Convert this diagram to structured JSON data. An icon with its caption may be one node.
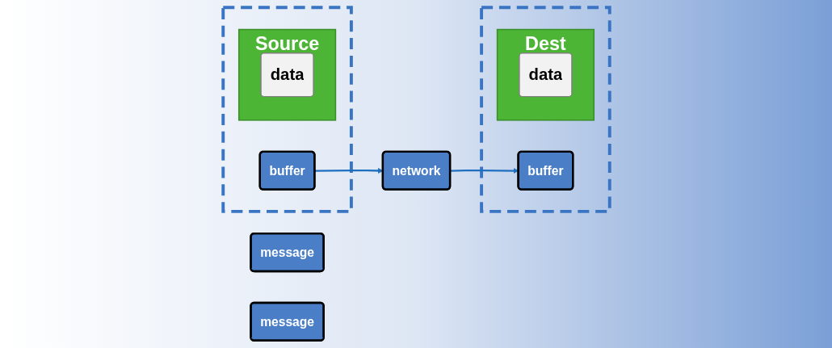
{
  "diagram": {
    "nodes": [
      {
        "text": [],
        "shape": "box"
      },
      {
        "text": [
          "Source"
        ],
        "in": 0
      },
      {
        "text": [
          "data"
        ],
        "in": 1
      },
      {
        "text": [
          "buffer"
        ],
        "in": 0
      },
      {
        "text": [
          "network"
        ]
      },
      {
        "text": [],
        "shape": "box"
      },
      {
        "text": [
          "Dest"
        ],
        "in": 5
      },
      {
        "text": [
          "data"
        ],
        "in": 6
      },
      {
        "text": [
          "buffer"
        ],
        "in": 5
      },
      {
        "text": [
          "message"
        ]
      },
      {
        "text": [
          "message"
        ]
      }
    ],
    "edges": [
      {
        "from": 3,
        "to": 4,
        "arrow": "to"
      },
      {
        "from": 4,
        "to": 8,
        "arrow": "to"
      }
    ]
  }
}
